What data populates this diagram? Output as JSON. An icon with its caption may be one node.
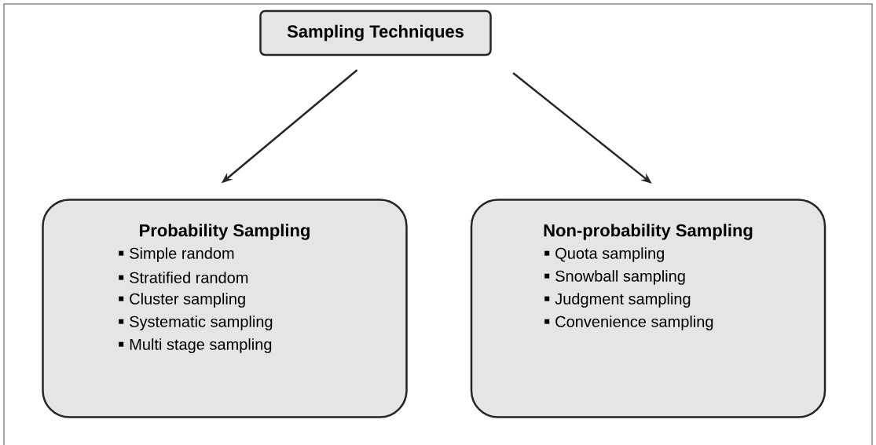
{
  "diagram": {
    "nodes": [
      {
        "text": [
          "Sampling Techniques"
        ]
      },
      {
        "text": [
          "Probability Sampling",
          "Simple random",
          "Stratified random",
          "Cluster sampling",
          "Systematic sampling",
          "Multi stage sampling"
        ]
      },
      {
        "text": [
          "Non-probability Sampling",
          "Quota sampling",
          "Snowball sampling",
          "Judgment sampling",
          "Convenience sampling"
        ]
      }
    ],
    "edges": [
      {
        "from": 0,
        "to": 1,
        "arrow": "to"
      },
      {
        "from": 0,
        "to": 2,
        "arrow": "to"
      }
    ]
  }
}
